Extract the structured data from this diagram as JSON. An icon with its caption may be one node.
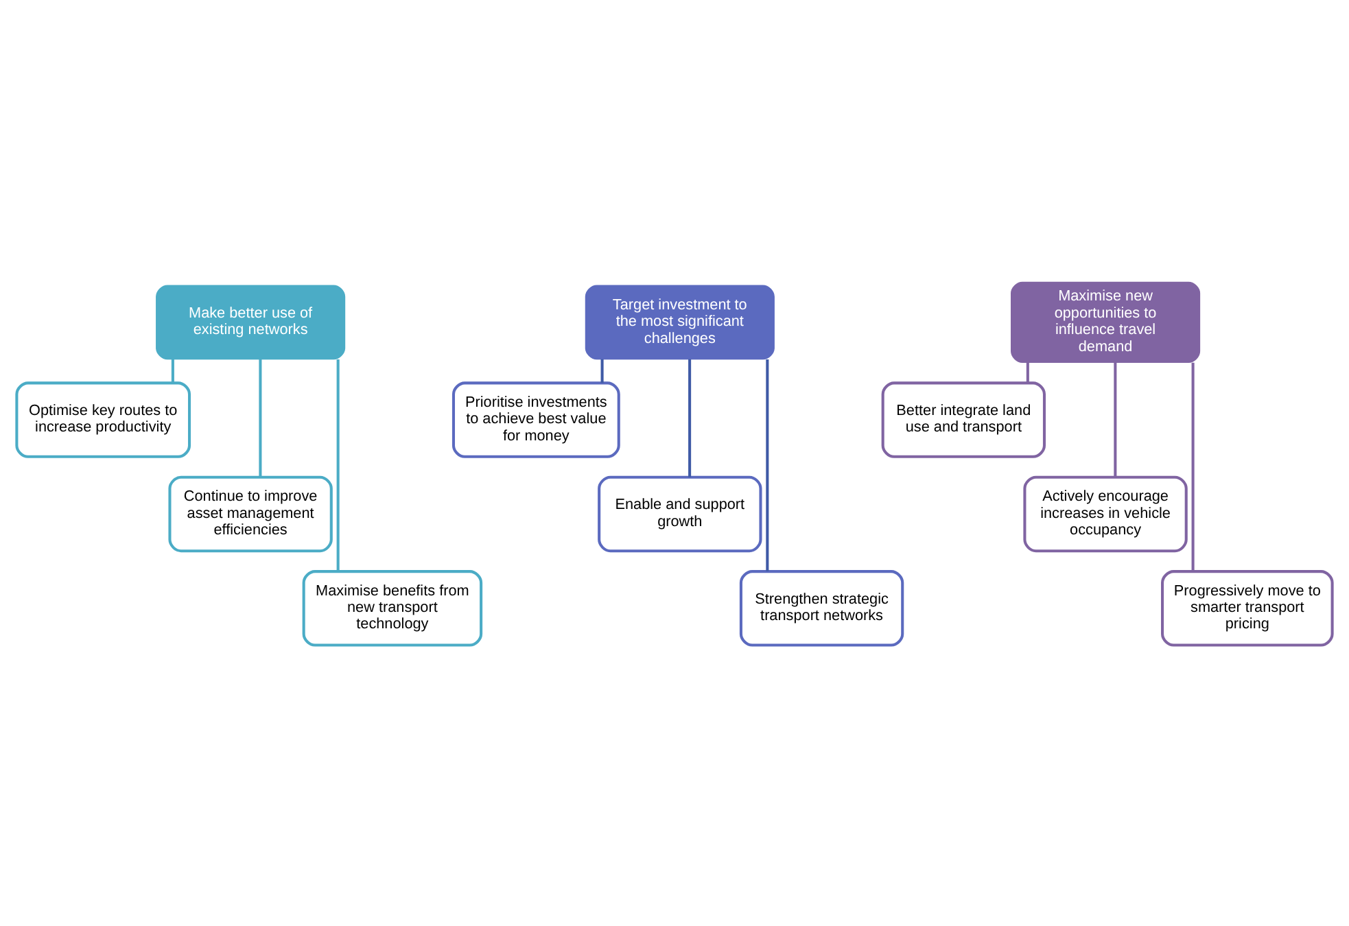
{
  "diagram": {
    "nodes": [
      {
        "text": [
          "Make better use of existing networks"
        ]
      },
      {
        "text": [
          "Optimise key routes to increase productivity"
        ]
      },
      {
        "text": [
          "Continue to improve asset management efficiencies"
        ]
      },
      {
        "text": [
          "Maximise benefits from new transport technology"
        ]
      },
      {
        "text": [
          "Target investment to the most significant challenges"
        ]
      },
      {
        "text": [
          "Prioritise investments to achieve best value for money"
        ]
      },
      {
        "text": [
          "Enable and support growth"
        ]
      },
      {
        "text": [
          "Strengthen strategic transport networks"
        ]
      },
      {
        "text": [
          "Maximise new opportunities to influence travel demand"
        ]
      },
      {
        "text": [
          "Better integrate land use and transport"
        ]
      },
      {
        "text": [
          "Actively encourage increases in vehicle occupancy"
        ]
      },
      {
        "text": [
          "Progressively move to smarter transport pricing"
        ]
      }
    ],
    "edges": [
      {
        "from": 0,
        "to": 1,
        "arrow": "none",
        "color": "#4bacc6"
      },
      {
        "from": 0,
        "to": 2,
        "arrow": "none",
        "color": "#4bacc6"
      },
      {
        "from": 0,
        "to": 3,
        "arrow": "none",
        "color": "#4bacc6"
      },
      {
        "from": 4,
        "to": 5,
        "arrow": "none",
        "color": "#3f5aa6"
      },
      {
        "from": 4,
        "to": 6,
        "arrow": "none",
        "color": "#3f5aa6"
      },
      {
        "from": 4,
        "to": 7,
        "arrow": "none",
        "color": "#3f5aa6"
      },
      {
        "from": 8,
        "to": 9,
        "arrow": "none",
        "color": "#8064a2"
      },
      {
        "from": 8,
        "to": 10,
        "arrow": "none",
        "color": "#8064a2"
      },
      {
        "from": 8,
        "to": 11,
        "arrow": "none",
        "color": "#8064a2"
      }
    ]
  }
}
